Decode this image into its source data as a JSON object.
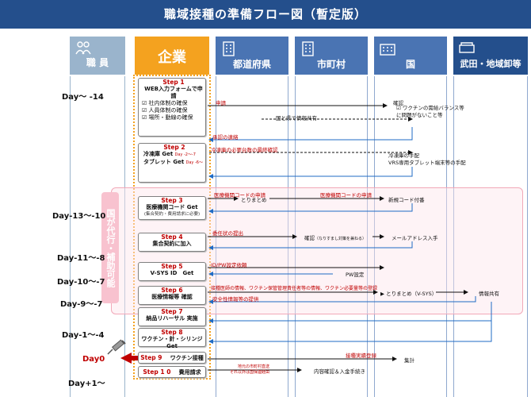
{
  "title": "職域接種の準備フロー図（暫定版）",
  "columns": {
    "employee": "職 員",
    "company": "企業",
    "prefecture": "都道府県",
    "municipality": "市町村",
    "country": "国",
    "distributor": "武田・地域卸等"
  },
  "colors": {
    "header_dark": "#244f8c",
    "employee": "#9ab4cc",
    "company": "#f4a21f",
    "prefecture": "#4a74b3",
    "municipality": "#4a74b3",
    "country": "#4a74b3",
    "distributor": "#244f8c",
    "red": "#c00000",
    "arrow_blue": "#1f6bc4"
  },
  "days": {
    "d14": "Day～ -14",
    "d13": "Day-13～-10",
    "d11": "Day-11～-8",
    "d10": "Day-10～-7",
    "d9": "Day-9～-7",
    "d1": "Day-1～-4",
    "d0": "Day0",
    "dp1": "Day+1～"
  },
  "side_label": "国が代行・補助可能",
  "steps": [
    {
      "num": "Step 1",
      "title": "WEB入力フォームで申請",
      "checks": [
        "社内体制の確保",
        "人員体制の確保",
        "場所・動線の確保"
      ]
    },
    {
      "num": "Step 2",
      "line1": "冷凍庫 Get",
      "note1": "Day -2～-7",
      "line2": "タブレット Get",
      "note2": "Day -6～"
    },
    {
      "num": "Step 3",
      "title": "医療機関コード Get",
      "sub": "(集合契約・費用請求に必要)"
    },
    {
      "num": "Step 4",
      "title": "集合契約に加入"
    },
    {
      "num": "Step 5",
      "title": "V-SYS ID　Get"
    },
    {
      "num": "Step 6",
      "title": "医療情報等 確認"
    },
    {
      "num": "Step 7",
      "title": "納品リハーサル 実施"
    },
    {
      "num": "Step 8",
      "title": "ワクチン・針・シリンジ Get"
    },
    {
      "num": "Step 9",
      "title": "ワクチン接種"
    },
    {
      "num": "Step 1 0",
      "title": "費用請求"
    }
  ],
  "labels": {
    "shinsei": "申請",
    "kakunin": "確認",
    "kakunin_detail": "ワクチンの需給バランス等に問題がないこと等",
    "info_share": "国と県で情報共有",
    "approval": "承認の連絡",
    "freezer_confirm": "冷凍庫の必要台数の最終確認",
    "freezer_arrange": "冷凍庫の手配",
    "tablet_arrange": "VRS専用タブレット端末等の手配",
    "code_apply1": "医療機関コードの申請",
    "matome": "とりまとめ",
    "code_apply2": "医療機関コードの申請",
    "new_code": "新規コード付番",
    "power_of_attorney": "委任状の提出",
    "kakunin_proxy": "確認",
    "kakunin_proxy_note": "（なりすまし対策を兼ねる）",
    "mail_address": "メールアドレス入手",
    "idpw_request": "ID/PW設定依頼",
    "pw_setting": "PW設定",
    "doctor_info": "接種医師の情報、ワクチン保管管理責任者等の情報、ワクチン必要量等の登録",
    "safety_info": "安全性情報等の提供",
    "matome_vsys": "とりまとめ（V-SYS）",
    "info_share2": "情報共有",
    "report": "接種実績登録",
    "tally": "集計",
    "billing_note": "地元の市町村直送",
    "billing_note2": "それ以外は国保連経由",
    "review_pay": "内容確認＆入金手続き"
  }
}
